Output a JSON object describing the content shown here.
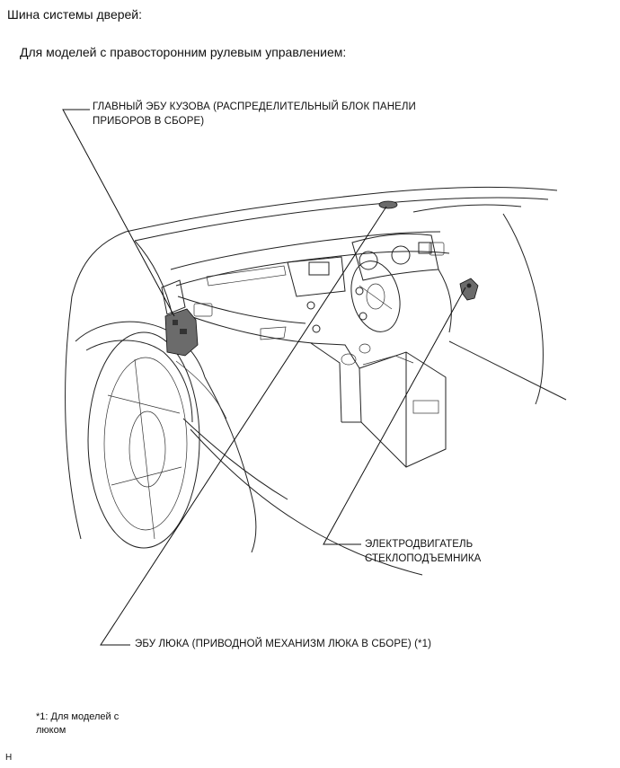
{
  "title": "Шина системы дверей:",
  "subtitle": "Для моделей с правосторонним рулевым управлением:",
  "callouts": {
    "body_ecu_line1": "ГЛАВНЫЙ ЭБУ КУЗОВА (РАСПРЕДЕЛИТЕЛЬНЫЙ БЛОК ПАНЕЛИ",
    "body_ecu_line2": "ПРИБОРОВ В СБОРЕ)",
    "window_motor_line1": "ЭЛЕКТРОДВИГАТЕЛЬ",
    "window_motor_line2": "СТЕКЛОПОДЪЕМНИКА",
    "sunroof_ecu": "ЭБУ ЛЮКА (ПРИВОДНОЙ МЕХАНИЗМ ЛЮКА В СБОРЕ) (*1)"
  },
  "footnote": {
    "line1": "*1: Для моделей с",
    "line2": "люком"
  },
  "corner_mark": "H"
}
